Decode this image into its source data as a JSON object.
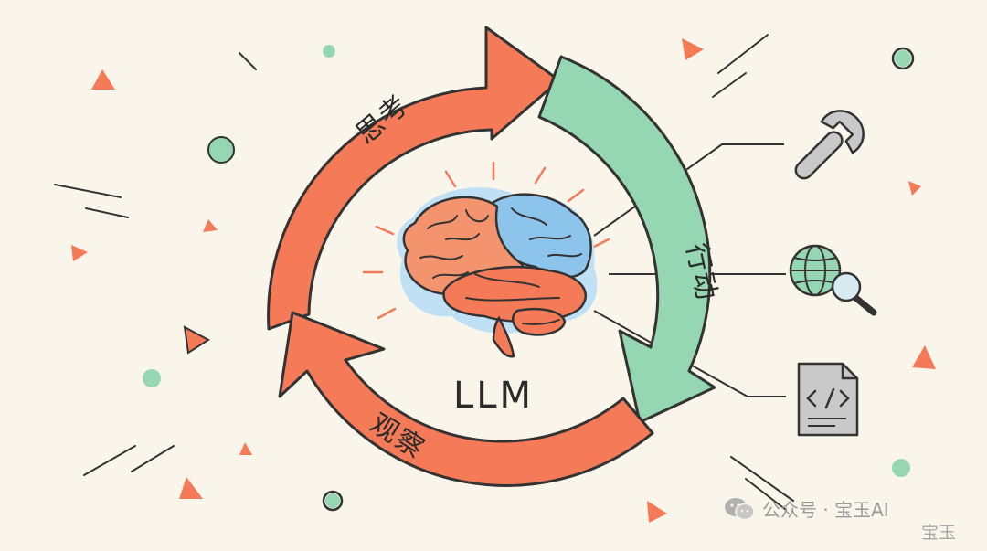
{
  "diagram": {
    "center_label": "LLM",
    "stages": {
      "think": "思考",
      "act": "行动",
      "observe": "观察"
    },
    "tools": [
      {
        "name": "wrench-icon"
      },
      {
        "name": "web-search-icon"
      },
      {
        "name": "code-file-icon"
      }
    ],
    "colors": {
      "background": "#faf5ea",
      "orange": "#f47a58",
      "green": "#95d6b3",
      "outline": "#333333",
      "brain_blue": "#8cc4ec"
    }
  },
  "watermark": {
    "text": "公众号 · 宝玉AI",
    "overlay": "宝玉"
  }
}
